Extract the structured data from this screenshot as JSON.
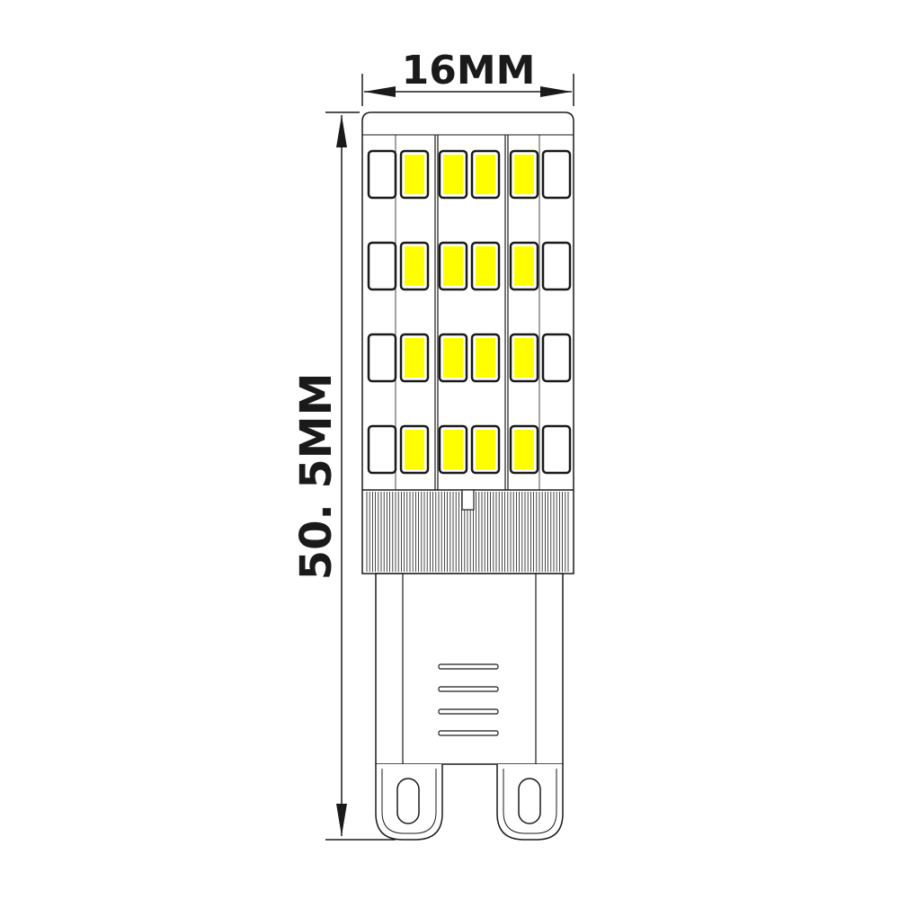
{
  "dimensions": {
    "width_label": "16MM",
    "height_label": "50. 5MM"
  },
  "led_module": {
    "rows": 4,
    "chips_per_row": 6,
    "chip_colors": [
      "white",
      "yellow",
      "yellow",
      "yellow",
      "yellow",
      "white"
    ]
  },
  "colors": {
    "outline": "#1a1a1a",
    "chip_white": "#ffffff",
    "chip_yellow": "#ffff00",
    "background": "#ffffff"
  }
}
